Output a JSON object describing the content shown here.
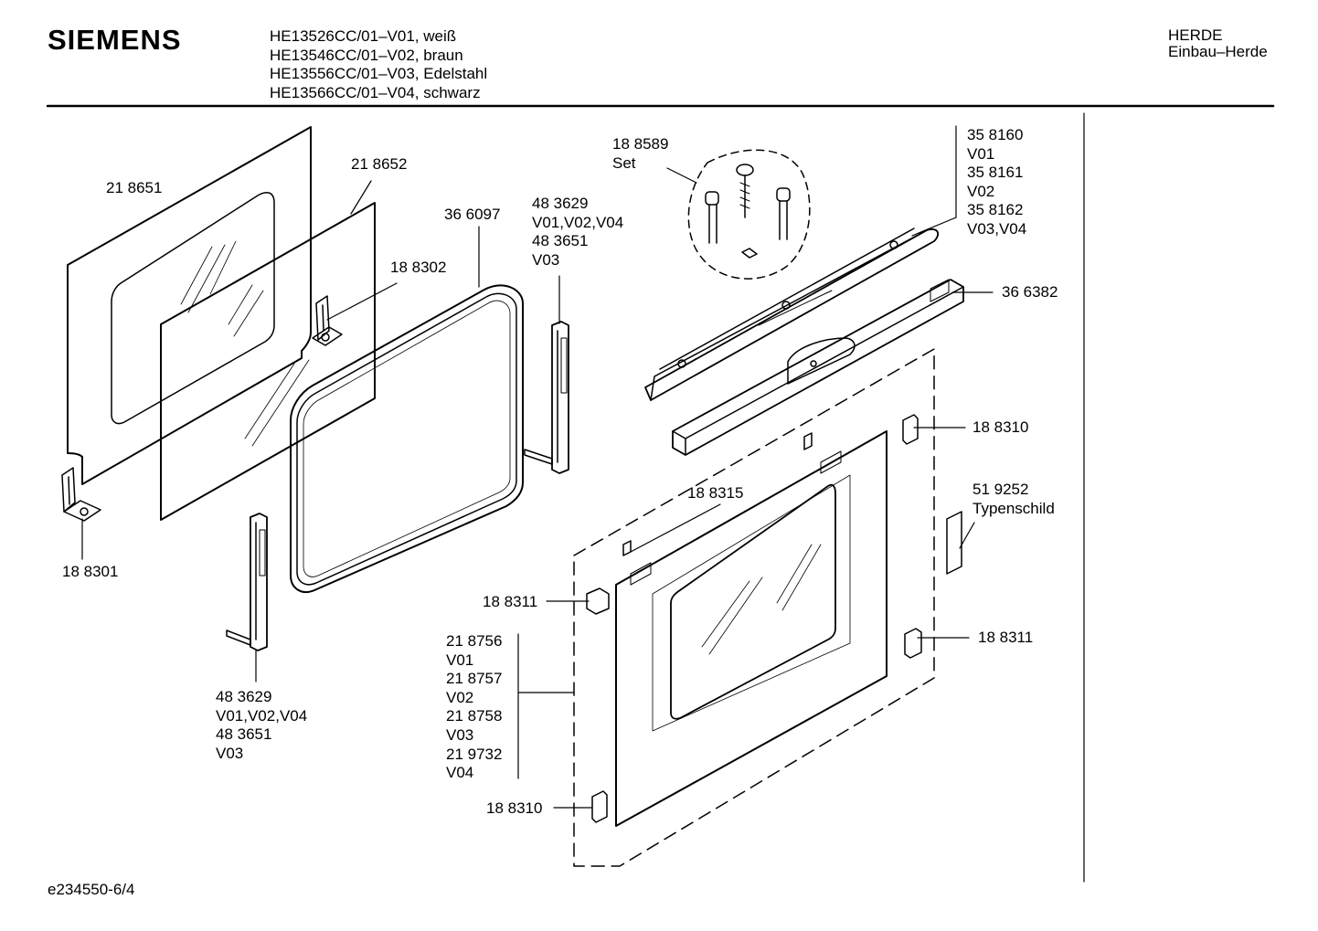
{
  "header": {
    "brand": "SIEMENS",
    "models": [
      "HE13526CC/01–V01, weiß",
      "HE13546CC/01–V02, braun",
      "HE13556CC/01–V03, Edelstahl",
      "HE13566CC/01–V04, schwarz"
    ],
    "category": [
      "HERDE",
      "Einbau–Herde"
    ]
  },
  "labels": {
    "p218651": "21 8651",
    "p218652": "21 8652",
    "p366097": "36 6097",
    "p188302": "18 8302",
    "p188589": [
      "18 8589",
      "Set"
    ],
    "p483629_top": [
      "48 3629",
      "V01,V02,V04",
      "48 3651",
      "V03"
    ],
    "p358160": [
      "35 8160",
      "V01",
      "35 8161",
      "V02",
      "35 8162",
      "V03,V04"
    ],
    "p366382": "36 6382",
    "p188310_top": "18 8310",
    "p188315": "18 8315",
    "p519252": [
      "51 9252",
      "Typenschild"
    ],
    "p188311_left": "18 8311",
    "p188311_right": "18 8311",
    "p188301": "18 8301",
    "p483629_bot": [
      "48 3629",
      "V01,V02,V04",
      "48 3651",
      "V03"
    ],
    "p218756": [
      "21 8756",
      "V01",
      "21 8757",
      "V02",
      "21 8758",
      "V03",
      "21 9732",
      "V04"
    ],
    "p188310_bot": "18 8310"
  },
  "footer": {
    "code": "e234550-6/4"
  }
}
